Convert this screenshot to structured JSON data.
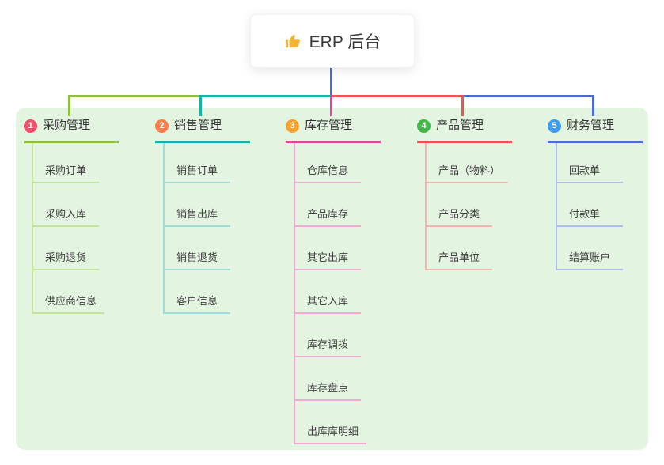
{
  "root": {
    "label": "ERP 后台",
    "icon": "thumbs-up-icon"
  },
  "branches": [
    {
      "index": "1",
      "label": "采购管理",
      "badge_color": "#f0506a",
      "line_color": "#8fbe3f",
      "child_line_color": "#c3e29b",
      "children": [
        "采购订单",
        "采购入库",
        "采购退货",
        "供应商信息"
      ]
    },
    {
      "index": "2",
      "label": "销售管理",
      "badge_color": "#fb7d47",
      "line_color": "#16b3ac",
      "child_line_color": "#9fdcd8",
      "children": [
        "销售订单",
        "销售出库",
        "销售退货",
        "客户信息"
      ]
    },
    {
      "index": "3",
      "label": "库存管理",
      "badge_color": "#f9a32c",
      "line_color": "#e0449c",
      "child_line_color": "#f2aad5",
      "children": [
        "仓库信息",
        "产品库存",
        "其它出库",
        "其它入库",
        "库存调拨",
        "库存盘点",
        "出库库明细"
      ]
    },
    {
      "index": "4",
      "label": "产品管理",
      "badge_color": "#43b649",
      "line_color": "#ef5350",
      "child_line_color": "#f6b3ad",
      "children": [
        "产品（物料）",
        "产品分类",
        "产品单位"
      ]
    },
    {
      "index": "5",
      "label": "财务管理",
      "badge_color": "#3d9df3",
      "line_color": "#4a6cd4",
      "child_line_color": "#aebdf0",
      "children": [
        "回款单",
        "付款单",
        "结算账户"
      ]
    }
  ],
  "colors": {
    "canvas_bg": "#ffffff",
    "panel_bg": "#e3f4e0",
    "trunk": "#4a6cd4",
    "root_icon": "#f1b434"
  }
}
